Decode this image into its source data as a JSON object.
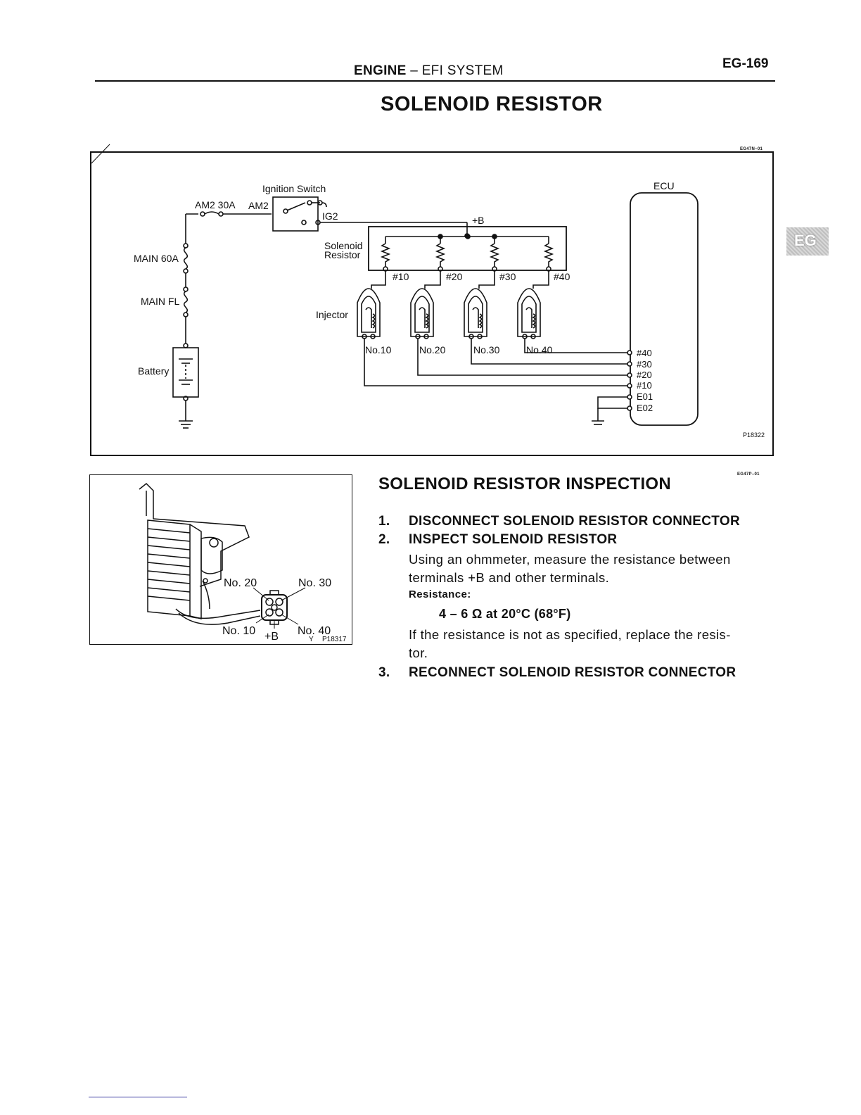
{
  "header": {
    "section_bold": "ENGINE",
    "section_rest": "– EFI SYSTEM",
    "page_number": "EG-169"
  },
  "title": "SOLENOID RESISTOR",
  "side_tab": "EG",
  "diagram": {
    "code": "EG47N–01",
    "figure_id": "P18322",
    "labels": {
      "ignition_switch": "Ignition Switch",
      "am2_fuse": "AM2 30A",
      "am2": "AM2",
      "ig2": "IG2",
      "plus_b": "+B",
      "main_60a": "MAIN 60A",
      "main_fl": "MAIN FL",
      "battery": "Battery",
      "solenoid": "Solenoid",
      "resistor": "Resistor",
      "injector": "Injector",
      "ecu": "ECU"
    },
    "resistor_terminals": [
      "#10",
      "#20",
      "#30",
      "#40"
    ],
    "injectors": [
      "No.10",
      "No.20",
      "No.30",
      "No.40"
    ],
    "ecu_pins": [
      "#40",
      "#30",
      "#20",
      "#10",
      "E01",
      "E02"
    ]
  },
  "photo": {
    "figure_id": "P18317",
    "marker": "Y",
    "labels": {
      "no20": "No. 20",
      "no30": "No. 30",
      "no10": "No. 10",
      "no40": "No. 40",
      "plus_b": "+B"
    }
  },
  "inspection": {
    "code": "EG47P–01",
    "title": "SOLENOID RESISTOR INSPECTION",
    "steps": [
      {
        "num": "1.",
        "text": "DISCONNECT SOLENOID RESISTOR CONNECTOR"
      },
      {
        "num": "2.",
        "text": "INSPECT SOLENOID RESISTOR"
      },
      {
        "num": "3.",
        "text": "RECONNECT SOLENOID RESISTOR CONNECTOR"
      }
    ],
    "instruction_line1": "Using an ohmmeter, measure the resistance between",
    "instruction_line2": "terminals +B and other terminals.",
    "resistance_label": "Resistance:",
    "resistance_value": "4 – 6 Ω at 20°C (68°F)",
    "note_line1": "If the resistance is not as specified, replace the resis-",
    "note_line2": "tor."
  }
}
